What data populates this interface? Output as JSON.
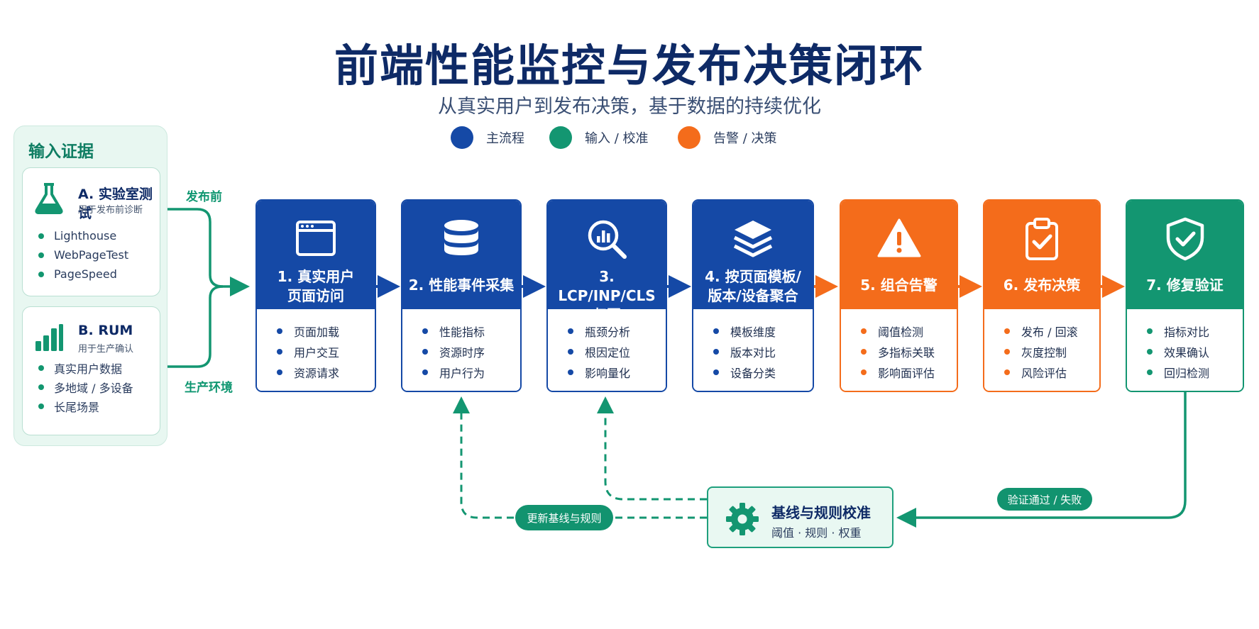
{
  "title": "前端性能监控与发布决策闭环",
  "subtitle": "从真实用户到发布决策，基于数据的持续优化",
  "legend": [
    {
      "label": "主流程",
      "color": "#1549a6"
    },
    {
      "label": "输入 / 校准",
      "color": "#139671"
    },
    {
      "label": "告警 / 决策",
      "color": "#f46c1b"
    }
  ],
  "inputs": {
    "title": "输入证据",
    "lab": {
      "title": "A. 实验室测试",
      "subtitle": "用于发布前诊断",
      "items": [
        "Lighthouse",
        "WebPageTest",
        "PageSpeed"
      ],
      "icon": "flask-icon"
    },
    "rum": {
      "title": "B. RUM",
      "subtitle": "用于生产确认",
      "items": [
        "真实用户数据",
        "多地域 / 多设备",
        "长尾场景"
      ],
      "icon": "bar-chart-icon"
    },
    "edge_before": "发布前",
    "edge_prod": "生产环境"
  },
  "steps": [
    {
      "title_lines": [
        "1. 真实用户",
        "页面访问"
      ],
      "items": [
        "页面加载",
        "用户交互",
        "资源请求"
      ],
      "icon": "browser-window-icon",
      "theme": "blue"
    },
    {
      "title_lines": [
        "2. 性能事件采集"
      ],
      "items": [
        "性能指标",
        "资源时序",
        "用户行为"
      ],
      "icon": "database-icon",
      "theme": "blue"
    },
    {
      "title_lines": [
        "3. LCP/INP/CLS",
        "归因"
      ],
      "items": [
        "瓶颈分析",
        "根因定位",
        "影响量化"
      ],
      "icon": "magnifier-chart-icon",
      "theme": "blue"
    },
    {
      "title_lines": [
        "4. 按页面模板/",
        "版本/设备聚合"
      ],
      "items": [
        "模板维度",
        "版本对比",
        "设备分类"
      ],
      "icon": "layers-icon",
      "theme": "blue"
    },
    {
      "title_lines": [
        "5. 组合告警"
      ],
      "items": [
        "阈值检测",
        "多指标关联",
        "影响面评估"
      ],
      "icon": "warning-icon",
      "theme": "orange"
    },
    {
      "title_lines": [
        "6. 发布决策"
      ],
      "items": [
        "发布 / 回滚",
        "灰度控制",
        "风险评估"
      ],
      "icon": "clipboard-check-icon",
      "theme": "orange"
    },
    {
      "title_lines": [
        "7. 修复验证"
      ],
      "items": [
        "指标对比",
        "效果确认",
        "回归检测"
      ],
      "icon": "shield-check-icon",
      "theme": "green"
    }
  ],
  "calibration": {
    "title": "基线与规则校准",
    "subtitle": "阈值 · 规则 · 权重",
    "icon": "gear-icon"
  },
  "pills": {
    "update": "更新基线与规则",
    "verify": "验证通过 / 失败"
  }
}
